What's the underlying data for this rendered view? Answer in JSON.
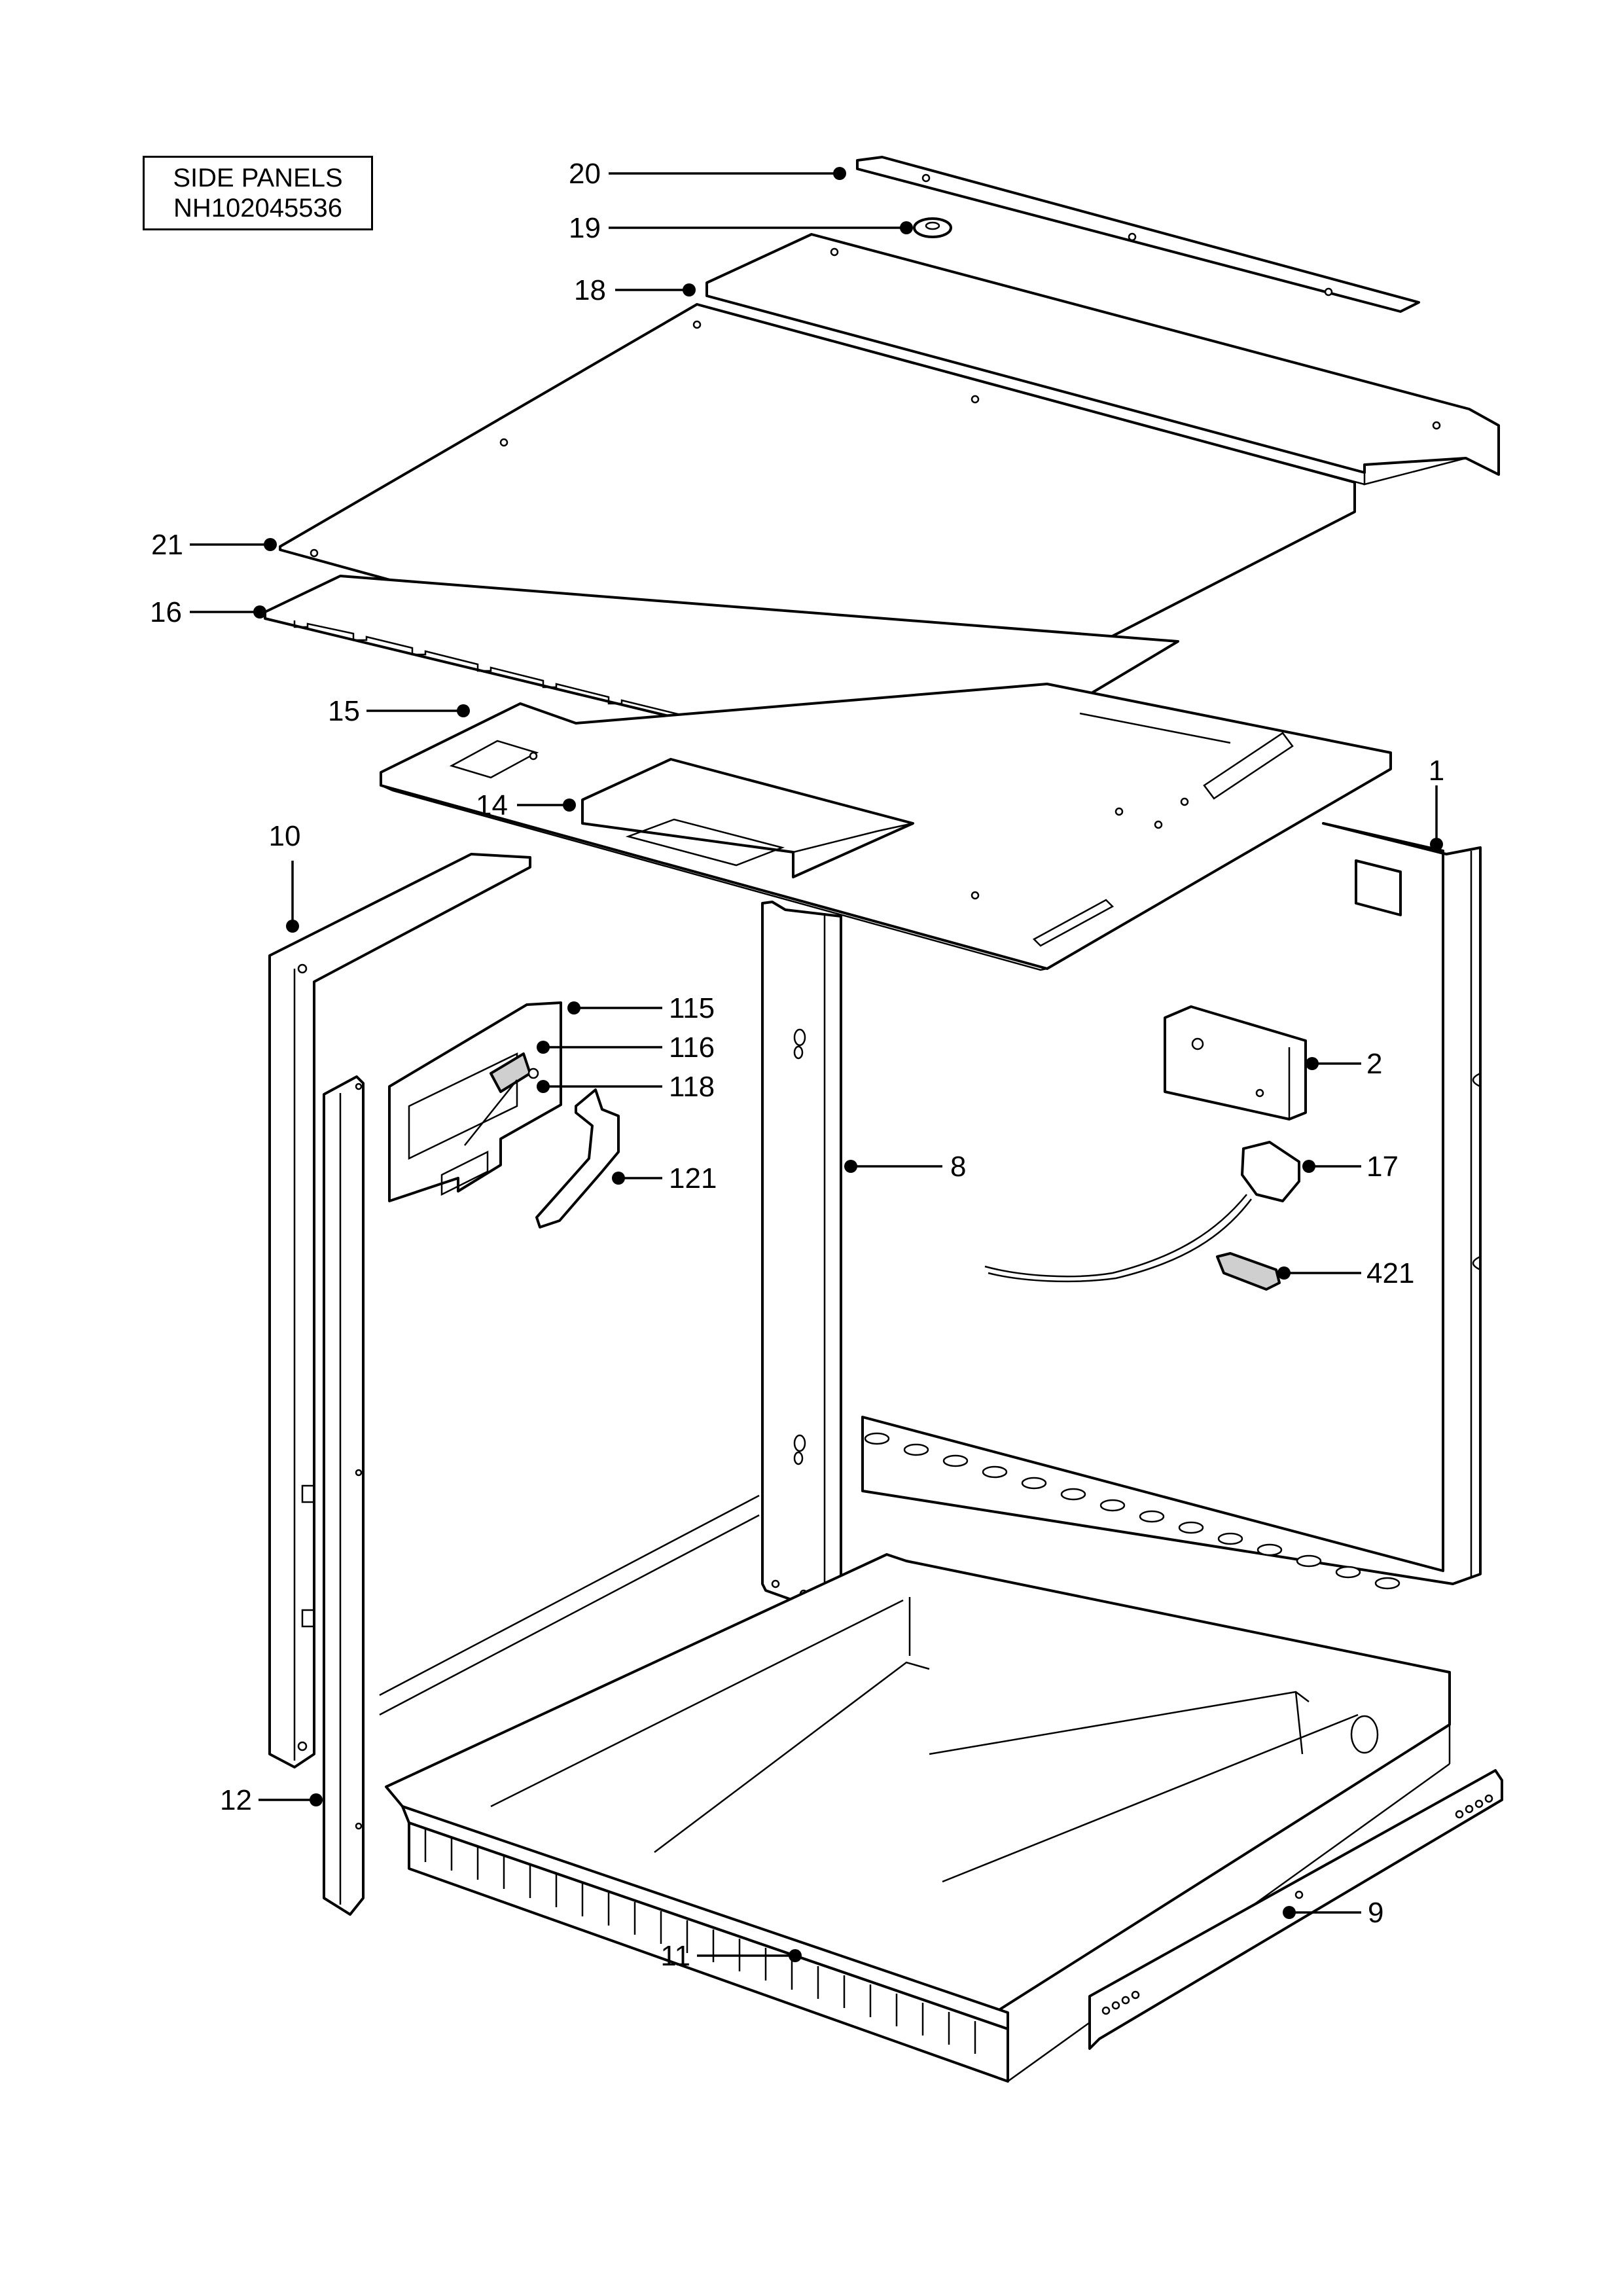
{
  "diagram": {
    "title_line1": "SIDE PANELS",
    "title_line2": "NH102045536",
    "callouts": [
      {
        "id": "c20",
        "label": "20"
      },
      {
        "id": "c19",
        "label": "19"
      },
      {
        "id": "c18",
        "label": "18"
      },
      {
        "id": "c21",
        "label": "21"
      },
      {
        "id": "c16",
        "label": "16"
      },
      {
        "id": "c15",
        "label": "15"
      },
      {
        "id": "c14",
        "label": "14"
      },
      {
        "id": "c10",
        "label": "10"
      },
      {
        "id": "c1",
        "label": "1"
      },
      {
        "id": "c115",
        "label": "115"
      },
      {
        "id": "c116",
        "label": "116"
      },
      {
        "id": "c118",
        "label": "118"
      },
      {
        "id": "c121",
        "label": "121"
      },
      {
        "id": "c2",
        "label": "2"
      },
      {
        "id": "c17",
        "label": "17"
      },
      {
        "id": "c8",
        "label": "8"
      },
      {
        "id": "c421",
        "label": "421"
      },
      {
        "id": "c12",
        "label": "12"
      },
      {
        "id": "c11",
        "label": "11"
      },
      {
        "id": "c9",
        "label": "9"
      }
    ]
  }
}
